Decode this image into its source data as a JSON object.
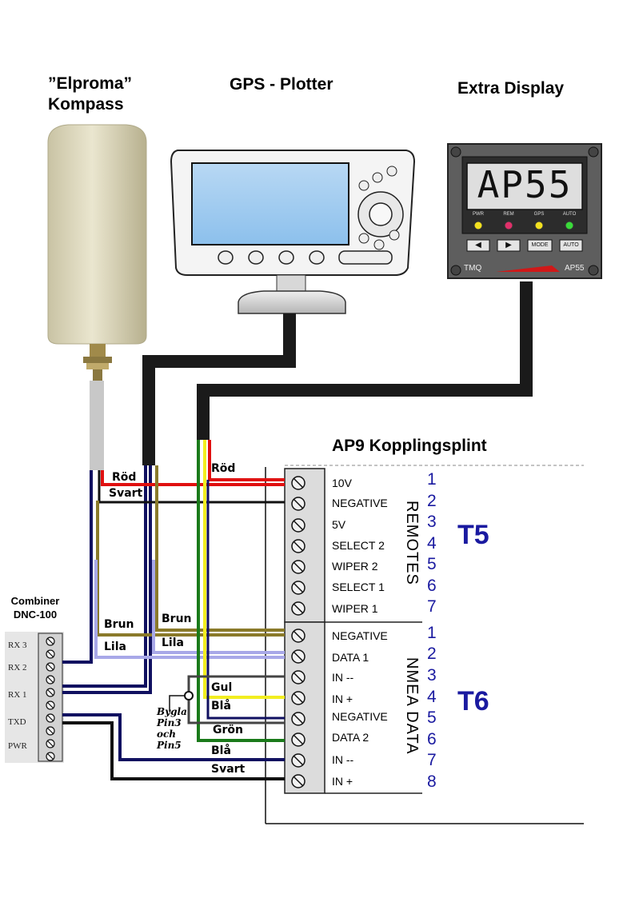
{
  "devices": {
    "compass_title_line1": "”Elproma”",
    "compass_title_line2": "Kompass",
    "gps_title": "GPS - Plotter",
    "extra_display_title": "Extra Display",
    "display_text": "AP55",
    "display_leds": [
      "PWR",
      "REM",
      "GPS",
      "AUTO"
    ],
    "display_buttons": [
      "◀",
      "▶",
      "MODE",
      "AUTO"
    ],
    "display_brand": "TMQ",
    "display_model": "AP55"
  },
  "combiner": {
    "title_line1": "Combiner",
    "title_line2": "DNC-100",
    "pins": [
      "RX 3",
      "RX 2",
      "RX 1",
      "TXD",
      "PWR"
    ]
  },
  "terminal": {
    "title": "AP9 Kopplingsplint",
    "t5_label": "T5",
    "t6_label": "T6",
    "t5_group": "REMOTES",
    "t6_group": "NMEA DATA",
    "t5_terminals": [
      {
        "name": "10V",
        "num": "1"
      },
      {
        "name": "NEGATIVE",
        "num": "2"
      },
      {
        "name": "5V",
        "num": "3"
      },
      {
        "name": "SELECT 2",
        "num": "4"
      },
      {
        "name": "WIPER 2",
        "num": "5"
      },
      {
        "name": "SELECT 1",
        "num": "6"
      },
      {
        "name": "WIPER 1",
        "num": "7"
      }
    ],
    "t6_terminals": [
      {
        "name": "NEGATIVE",
        "num": "1"
      },
      {
        "name": "DATA 1",
        "num": "2"
      },
      {
        "name": "IN --",
        "num": "3"
      },
      {
        "name": "IN +",
        "num": "4"
      },
      {
        "name": "NEGATIVE",
        "num": "5"
      },
      {
        "name": "DATA 2",
        "num": "6"
      },
      {
        "name": "IN --",
        "num": "7"
      },
      {
        "name": "IN +",
        "num": "8"
      }
    ]
  },
  "wires": {
    "rod_1": "Röd",
    "svart_1": "Svart",
    "rod_2": "Röd",
    "brun_1": "Brun",
    "brun_2": "Brun",
    "lila_1": "Lila",
    "lila_2": "Lila",
    "gul": "Gul",
    "bla_1": "Blå",
    "gron": "Grön",
    "bla_2": "Blå",
    "svart_2": "Svart"
  },
  "bridge_note": {
    "line1": "Bygla",
    "line2": "Pin3",
    "line3": "och",
    "line4": "Pin5"
  },
  "colors": {
    "red": "#e01010",
    "black": "#111111",
    "navy": "#101060",
    "olive": "#8a7a2a",
    "lavender": "#a8a8e8",
    "yellow": "#f2ee20",
    "green": "#1a7a1a",
    "label_blue": "#1a1aa0"
  }
}
